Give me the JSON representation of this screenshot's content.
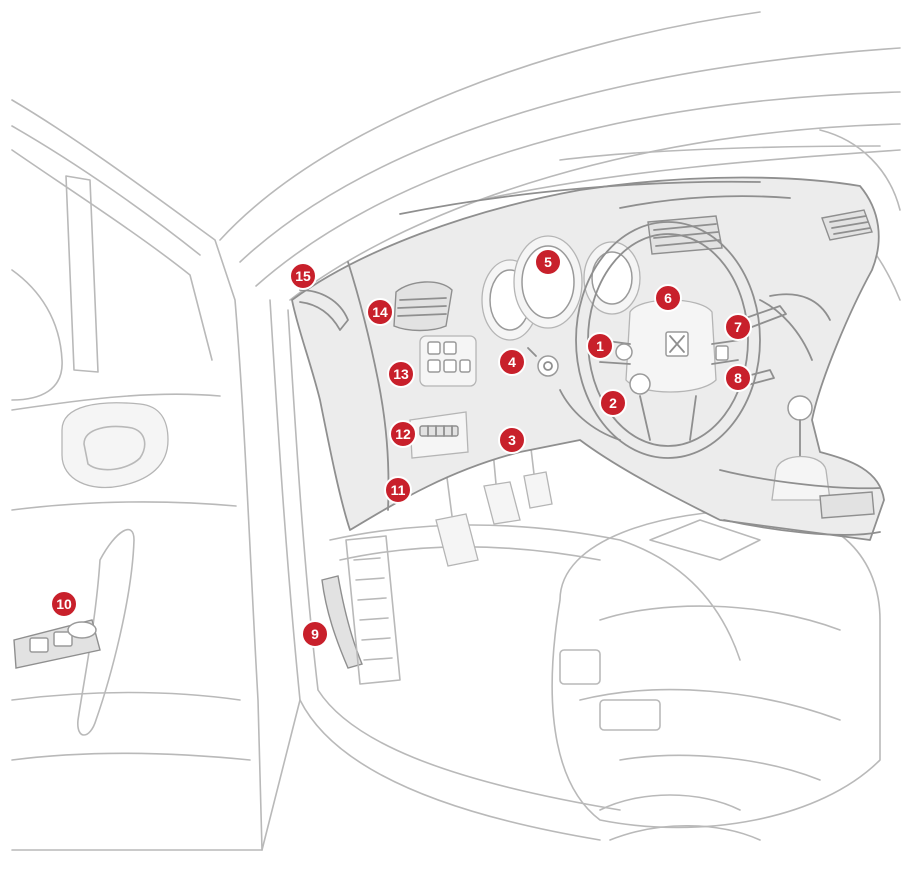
{
  "colors": {
    "marker": "#c8202b",
    "marker_text": "#ffffff"
  },
  "markers": [
    {
      "label": "1"
    },
    {
      "label": "2"
    },
    {
      "label": "3"
    },
    {
      "label": "4"
    },
    {
      "label": "5"
    },
    {
      "label": "6"
    },
    {
      "label": "7"
    },
    {
      "label": "8"
    },
    {
      "label": "9"
    },
    {
      "label": "10"
    },
    {
      "label": "11"
    },
    {
      "label": "12"
    },
    {
      "label": "13"
    },
    {
      "label": "14"
    },
    {
      "label": "15"
    }
  ]
}
